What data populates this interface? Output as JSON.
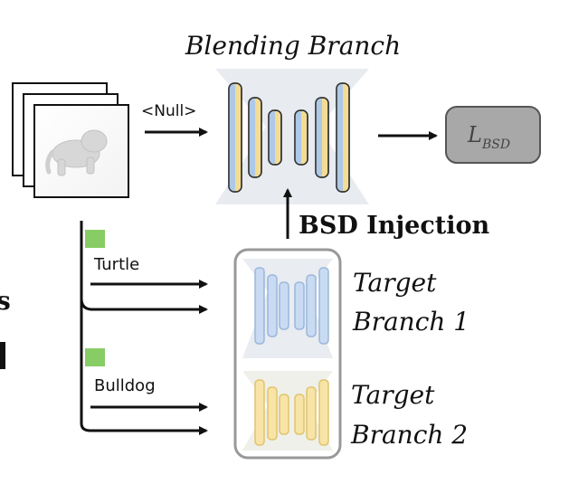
{
  "blending_branch": {
    "title": "Blending Branch",
    "prompt_label": "<Null>",
    "output_label": "L",
    "output_subscript": "BSD"
  },
  "injection": {
    "label": "BSD Injection"
  },
  "target_branch_1": {
    "prompt_label": "Turtle",
    "title_line1": "Target",
    "title_line2": "Branch 1"
  },
  "target_branch_2": {
    "prompt_label": "Bulldog",
    "title_line1": "Target",
    "title_line2": "Branch 2"
  },
  "colors": {
    "blue_bar": "#aec8e8",
    "yellow_bar": "#f3dc93",
    "arrow": "#111111",
    "loss_box": "#a8a8a8",
    "token": "#88cc66",
    "hourglass": "#e8ebef"
  },
  "left_cutoff": {
    "text_1": "s"
  }
}
